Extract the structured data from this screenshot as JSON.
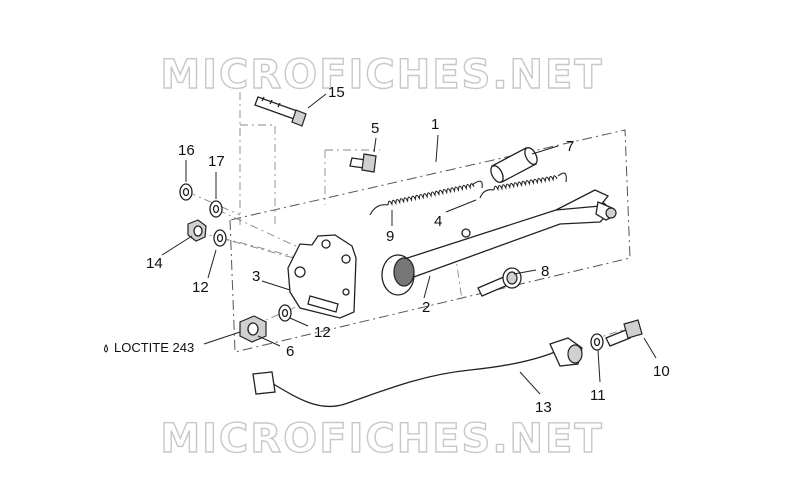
{
  "watermark": "MICROFICHES.NET",
  "note": "LOCTITE 243",
  "callouts": [
    "1",
    "2",
    "3",
    "4",
    "5",
    "6",
    "7",
    "8",
    "9",
    "10",
    "11",
    "12",
    "12",
    "13",
    "14",
    "15",
    "16",
    "17"
  ]
}
